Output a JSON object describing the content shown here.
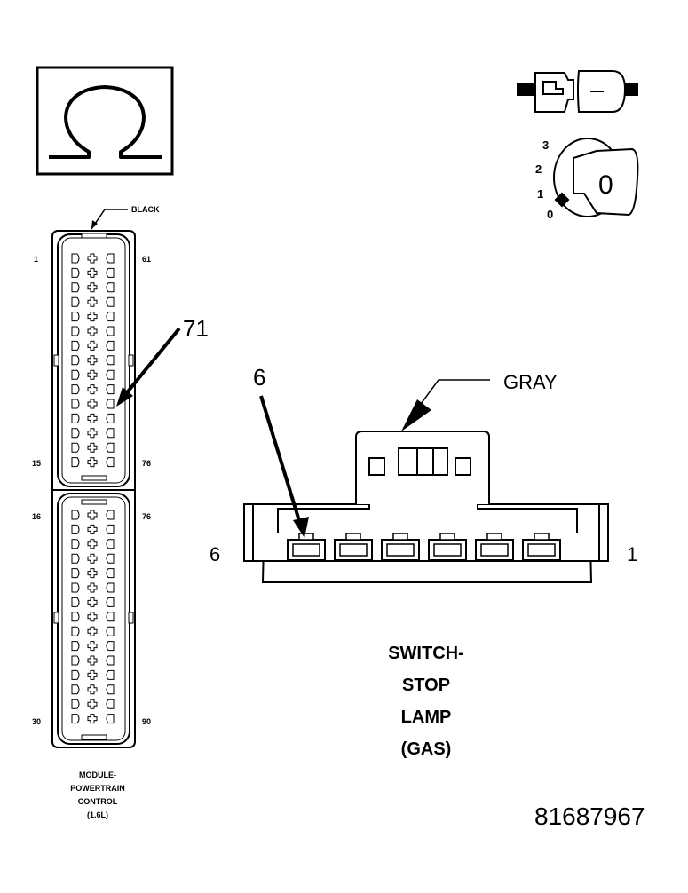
{
  "labels": {
    "black": "BLACK",
    "gray": "GRAY",
    "callout_71": "71",
    "callout_6": "6",
    "pcm_pin_1": "1",
    "pcm_pin_61": "61",
    "pcm_pin_15": "15",
    "pcm_pin_76a": "76",
    "pcm_pin_16": "16",
    "pcm_pin_76b": "76",
    "pcm_pin_30": "30",
    "pcm_pin_90": "90",
    "switch_pin_6": "6",
    "switch_pin_1": "1",
    "key_3": "3",
    "key_2": "2",
    "key_1": "1",
    "key_0": "0",
    "key_face": "0",
    "figure_number": "81687967"
  },
  "pcm_caption": [
    "MODULE-",
    "POWERTRAIN",
    "CONTROL",
    "(1.6L)"
  ],
  "switch_title": [
    "SWITCH-",
    "STOP",
    "LAMP",
    "(GAS)"
  ],
  "icons": [
    "omega-symbol-icon",
    "connector-plug-icon",
    "ignition-key-icon"
  ]
}
